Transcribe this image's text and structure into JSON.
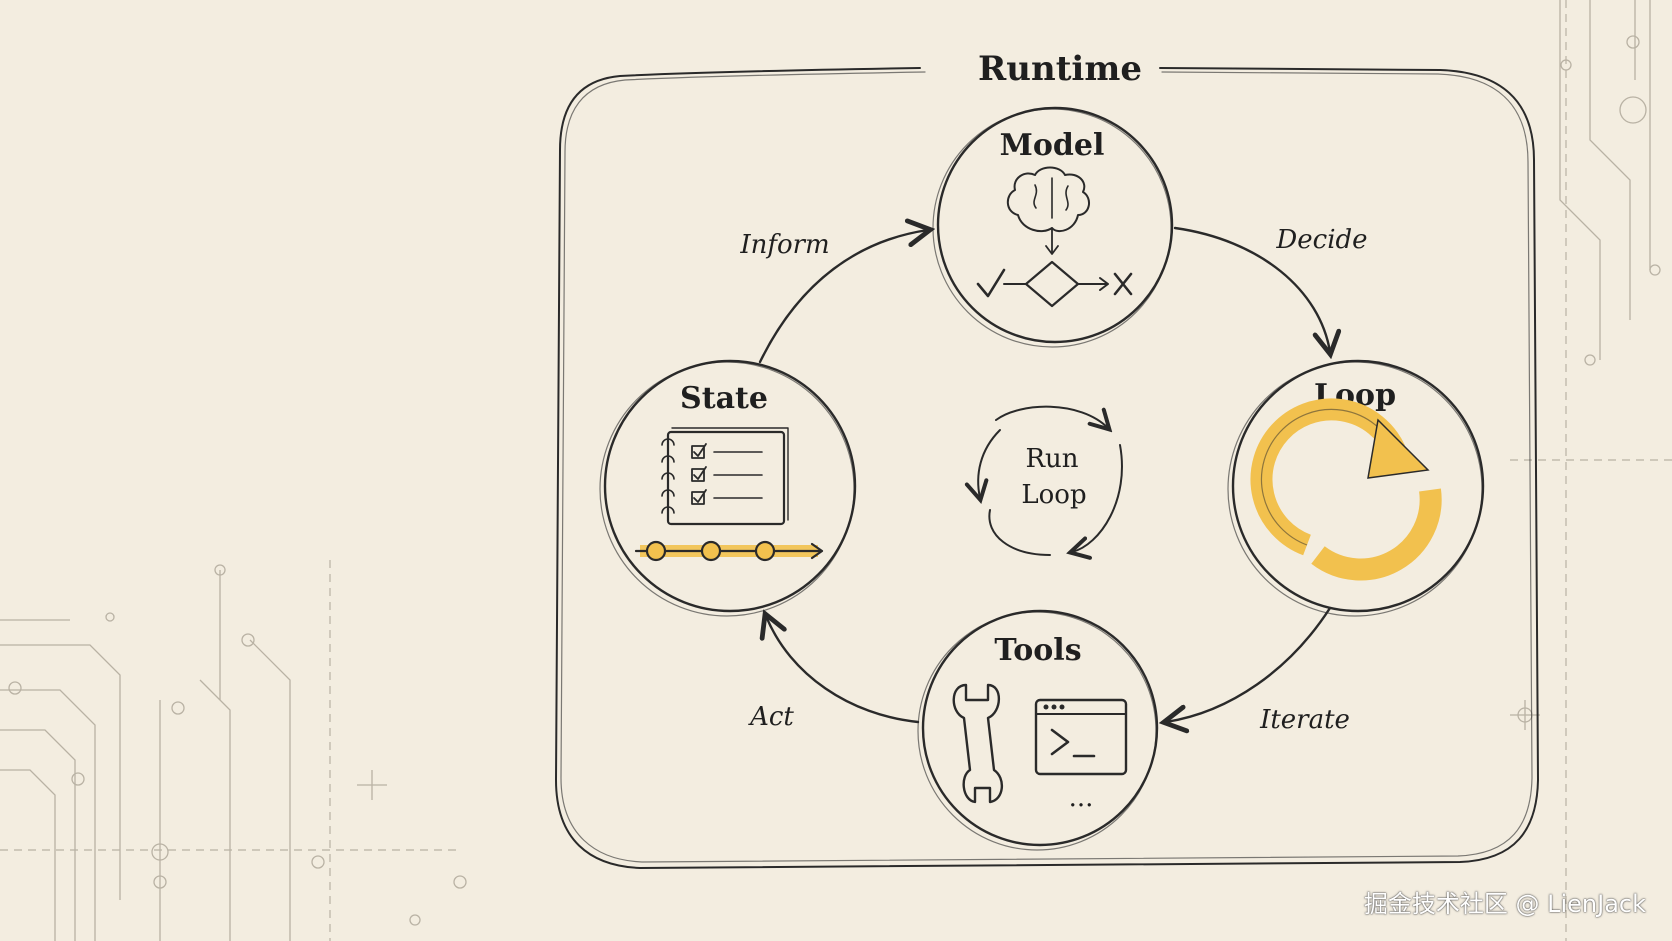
{
  "frame": {
    "title": "Runtime"
  },
  "nodes": {
    "model": "Model",
    "loop": "Loop",
    "tools": "Tools",
    "state": "State"
  },
  "edges": {
    "inform": "Inform",
    "decide": "Decide",
    "iterate": "Iterate",
    "act": "Act"
  },
  "center": {
    "line1": "Run",
    "line2": "Loop"
  },
  "tools_ellipsis": "...",
  "watermark": "掘金技术社区 @ LienJack",
  "colors": {
    "accent": "#f2c14e",
    "ink": "#2a2a2a",
    "paper": "#f3ede0"
  }
}
